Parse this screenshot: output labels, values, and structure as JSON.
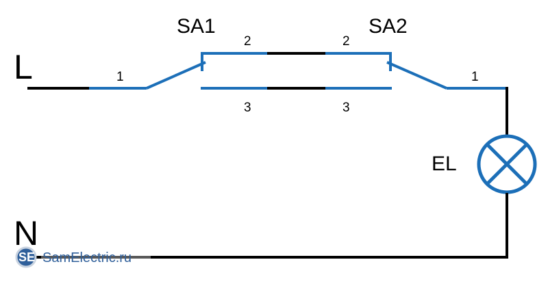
{
  "labels": {
    "line": "L",
    "neutral": "N",
    "switch1": "SA1",
    "switch2": "SA2",
    "lamp": "EL",
    "sa1_common": "1",
    "sa1_out2": "2",
    "sa1_out3": "3",
    "sa2_out2": "2",
    "sa2_out3": "3",
    "sa2_common": "1"
  },
  "watermark": {
    "logo": "SE",
    "site": "SamElectric.ru"
  },
  "colors": {
    "wire_black": "#000000",
    "wire_blue": "#1c6fb8",
    "watermark": "#2f5f9a"
  }
}
